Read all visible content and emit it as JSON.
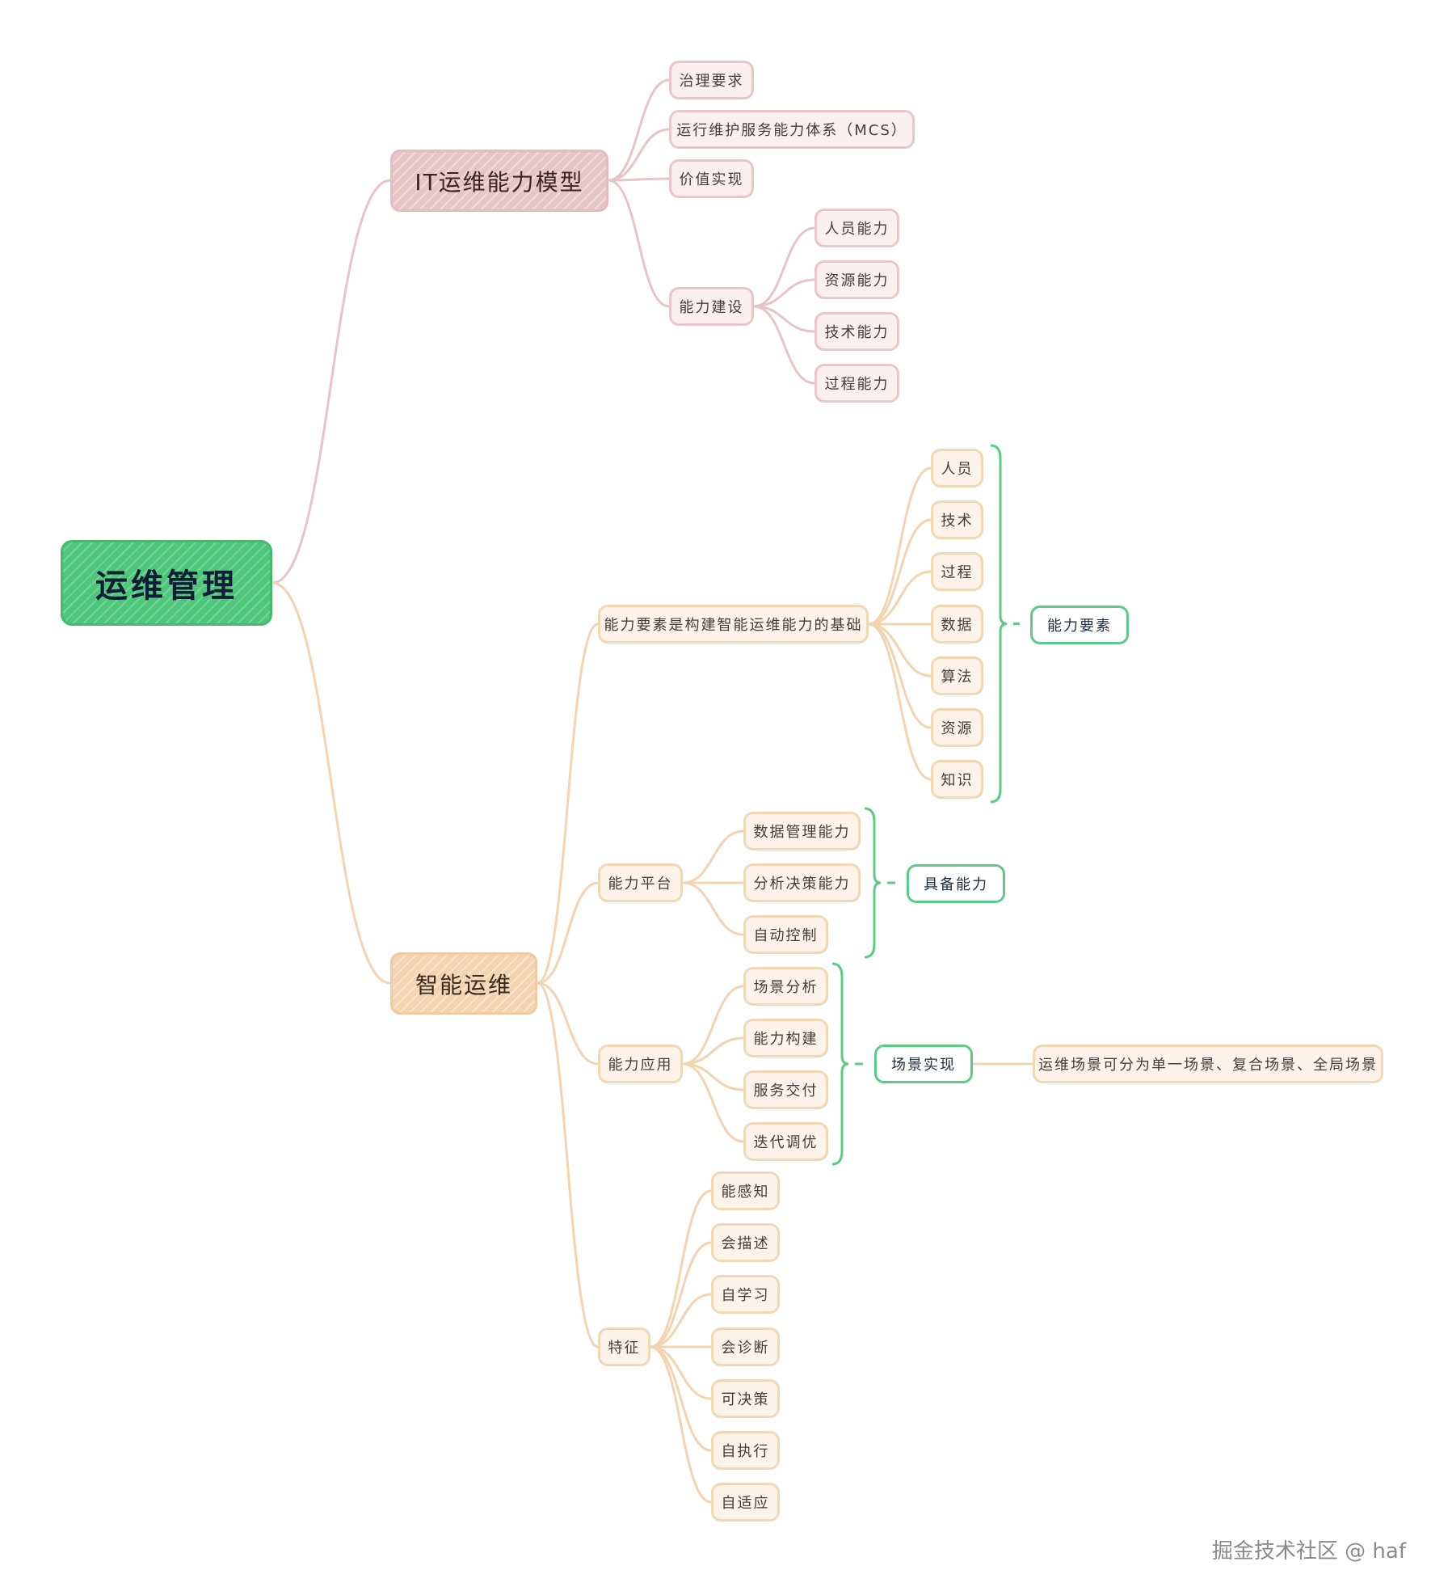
{
  "root": {
    "label": "运维管理"
  },
  "branch_it": {
    "label": "IT运维能力模型",
    "children": [
      "治理要求",
      "运行维护服务能力体系（MCS）",
      "价值实现",
      "能力建设"
    ],
    "capability_children": [
      "人员能力",
      "资源能力",
      "技术能力",
      "过程能力"
    ]
  },
  "branch_aiops": {
    "label": "智能运维",
    "elements": {
      "label": "能力要素是构建智能运维能力的基础",
      "children": [
        "人员",
        "技术",
        "过程",
        "数据",
        "算法",
        "资源",
        "知识"
      ],
      "summary": "能力要素"
    },
    "platform": {
      "label": "能力平台",
      "children": [
        "数据管理能力",
        "分析决策能力",
        "自动控制"
      ],
      "summary": "具备能力"
    },
    "application": {
      "label": "能力应用",
      "children": [
        "场景分析",
        "能力构建",
        "服务交付",
        "迭代调优"
      ],
      "summary": "场景实现",
      "summary_note": "运维场景可分为单一场景、复合场景、全局场景"
    },
    "features": {
      "label": "特征",
      "children": [
        "能感知",
        "会描述",
        "自学习",
        "会诊断",
        "可决策",
        "自执行",
        "自适应"
      ]
    }
  },
  "watermark": "掘金技术社区 @ haf",
  "colors": {
    "root": "#4fc77a",
    "pink": "#e7c4c6",
    "tan": "#f4d4b0",
    "summary_border": "#5ccb86"
  }
}
